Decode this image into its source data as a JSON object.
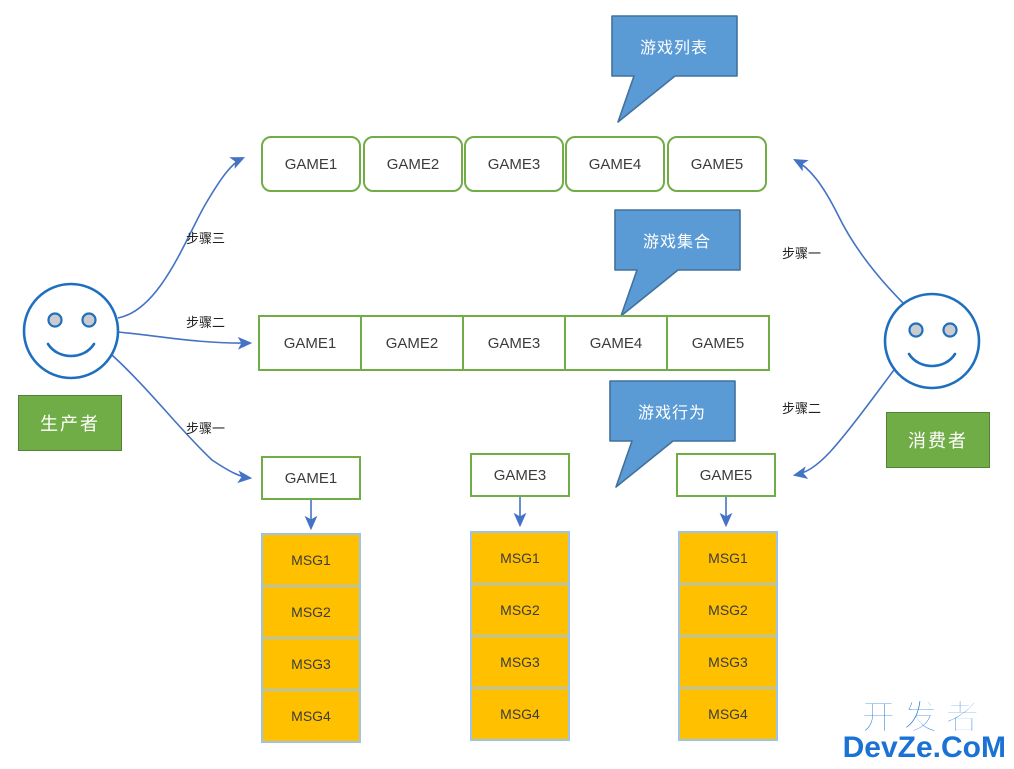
{
  "diagram": {
    "title": "Game message queue producer-consumer diagram",
    "colors": {
      "green_border": "#70AD47",
      "green_fill": "#70AD47",
      "blue_bubble": "#5B9BD5",
      "blue_bubble_border": "#41719C",
      "orange_fill": "#FFC000",
      "msg_border": "#9DC3E6",
      "arrow_blue": "#4472C4",
      "face_blue": "#1F6FC0",
      "watermark_blue": "#1a73d4"
    }
  },
  "actors": {
    "producer": {
      "label": "生产者",
      "face": "smiley-face"
    },
    "consumer": {
      "label": "消费者",
      "face": "smiley-face"
    }
  },
  "callouts": [
    {
      "id": "game-list",
      "text": "游戏列表"
    },
    {
      "id": "game-set",
      "text": "游戏集合"
    },
    {
      "id": "game-action",
      "text": "游戏行为"
    }
  ],
  "game_list": {
    "cells": [
      "GAME1",
      "GAME2",
      "GAME3",
      "GAME4",
      "GAME5"
    ]
  },
  "game_set": {
    "cells": [
      "GAME1",
      "GAME2",
      "GAME3",
      "GAME4",
      "GAME5"
    ]
  },
  "queues": [
    {
      "head": "GAME1",
      "messages": [
        "MSG1",
        "MSG2",
        "MSG3",
        "MSG4"
      ]
    },
    {
      "head": "GAME3",
      "messages": [
        "MSG1",
        "MSG2",
        "MSG3",
        "MSG4"
      ]
    },
    {
      "head": "GAME5",
      "messages": [
        "MSG1",
        "MSG2",
        "MSG3",
        "MSG4"
      ]
    }
  ],
  "steps": {
    "producer": [
      {
        "id": "p-step3",
        "text": "步骤三"
      },
      {
        "id": "p-step2",
        "text": "步骤二"
      },
      {
        "id": "p-step1",
        "text": "步骤一"
      }
    ],
    "consumer": [
      {
        "id": "c-step1",
        "text": "步骤一"
      },
      {
        "id": "c-step2",
        "text": "步骤二"
      }
    ]
  },
  "watermark": {
    "cn": "开发者",
    "en": "DevZe.CoM"
  }
}
